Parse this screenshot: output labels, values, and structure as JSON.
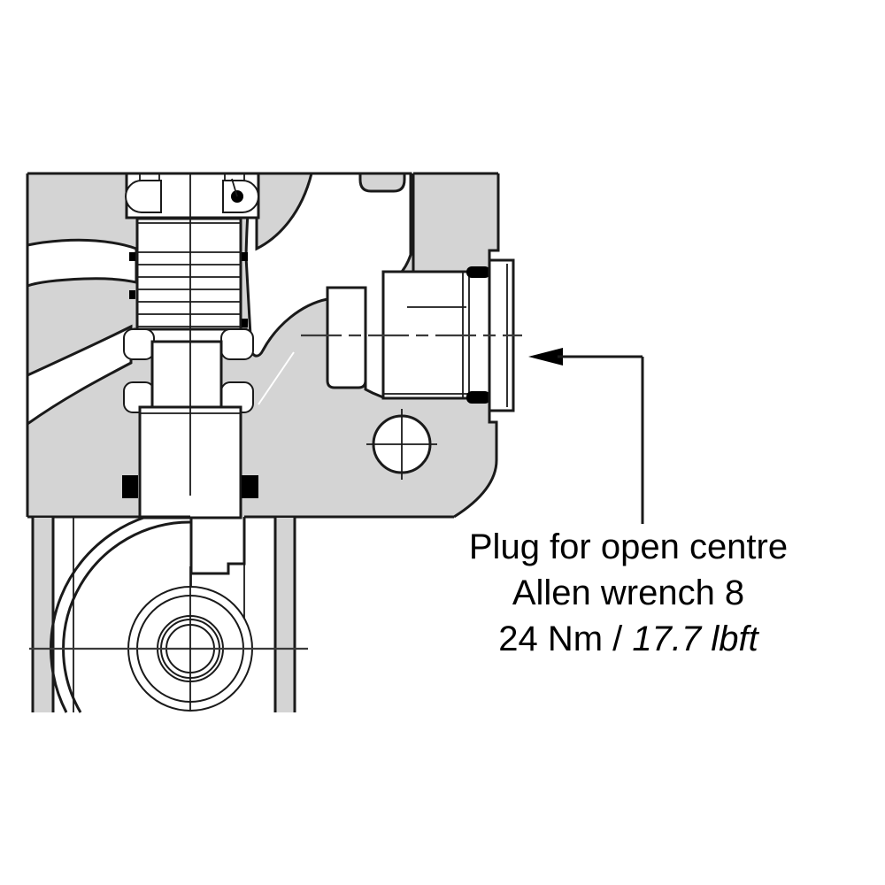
{
  "annotation": {
    "line1": "Plug for open centre",
    "line2": "Allen wrench 8",
    "line3_prefix": "24 Nm / ",
    "line3_italic": "17.7 lbft"
  },
  "colors": {
    "body_fill": "#d4d4d4",
    "line": "#1a1a1a",
    "background": "#ffffff",
    "seal": "#000000"
  }
}
